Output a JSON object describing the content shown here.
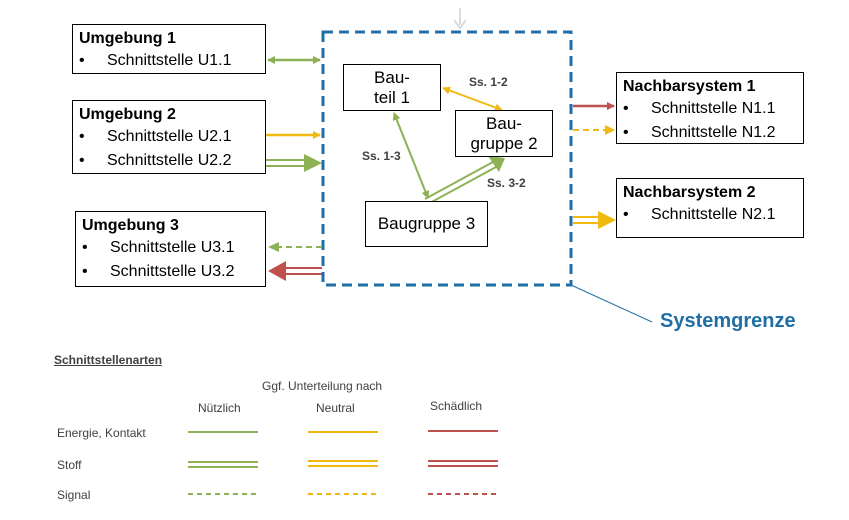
{
  "environments": [
    {
      "title": "Umgebung 1",
      "items": [
        "Schnittstelle U1.1"
      ]
    },
    {
      "title": "Umgebung 2",
      "items": [
        "Schnittstelle U2.1",
        "Schnittstelle U2.2"
      ]
    },
    {
      "title": "Umgebung 3",
      "items": [
        "Schnittstelle U3.1",
        "Schnittstelle U3.2"
      ]
    }
  ],
  "neighbors": [
    {
      "title": "Nachbarsystem 1",
      "items": [
        "Schnittstelle N1.1",
        "Schnittstelle N1.2"
      ]
    },
    {
      "title": "Nachbarsystem 2",
      "items": [
        "Schnittstelle N2.1"
      ]
    }
  ],
  "bullet": "•",
  "components": {
    "bauteil1": "Bau-\nteil 1",
    "baugruppe2": "Bau-\ngruppe 2",
    "baugruppe3": "Baugruppe 3"
  },
  "interfaces": {
    "ss12": "Ss. 1-2",
    "ss13": "Ss. 1-3",
    "ss32": "Ss. 3-2"
  },
  "system_boundary_label": "Systemgrenze",
  "legend": {
    "title": "Schnittstellenarten",
    "subtitle": "Ggf. Unterteilung nach",
    "columns": [
      "Nützlich",
      "Neutral",
      "Schädlich"
    ],
    "rows": [
      "Energie, Kontakt",
      "Stoff",
      "Signal"
    ]
  },
  "colors": {
    "useful": "#8db255",
    "neutral": "#f0b90f",
    "harmful": "#c0504d",
    "boundary": "#1f6ea5"
  }
}
